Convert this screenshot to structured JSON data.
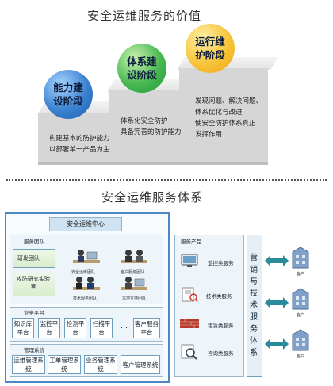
{
  "top": {
    "title": "安全运维服务的价值",
    "stages": [
      {
        "label_1": "能力建",
        "label_2": "设阶段",
        "color": "#1b5fb0",
        "desc_1": "构建基本的防护能力",
        "desc_2": "以部署单一产品为主"
      },
      {
        "label_1": "体系建",
        "label_2": "设阶段",
        "color": "#1f9a3c",
        "desc_1": "体系化安全防护",
        "desc_2": "具备完善的防护能力"
      },
      {
        "label_1": "运行维",
        "label_2": "护阶段",
        "color": "#f2a516",
        "desc_1": "发现问题、解决问题、",
        "desc_2": "体系优化与改进",
        "desc_3": "使安全防护体系真正",
        "desc_4": "发挥作用"
      }
    ]
  },
  "bottom": {
    "title": "安全运维服务体系",
    "center": {
      "title": "安全运维中心"
    },
    "service_team": {
      "header": "服务团队",
      "units": [
        "研发团队",
        "攻防研究实验室"
      ],
      "roles": [
        "安全运维团队",
        "客户服务团队",
        "技术服务团队",
        "本地支持团队"
      ]
    },
    "business_platform": {
      "header": "业务平台",
      "items": [
        "知识库平台",
        "监控平台",
        "检测平台",
        "扫描平台",
        "…",
        "客户服务平台"
      ]
    },
    "management_system": {
      "header": "管理系统",
      "items": [
        "运维管理系统",
        "工单管理系统",
        "业务管理系统",
        "客户管理系统"
      ]
    },
    "service_products": {
      "header": "服务产品",
      "items": [
        "监控类服务",
        "技术类服务",
        "租赁类服务",
        "咨询类服务"
      ]
    },
    "channel": {
      "label": "营销与技术服务体系"
    },
    "client_label": "客户"
  },
  "colors": {
    "frame_blue": "#4f86c6",
    "arrow_teal": "#2a8c9a",
    "center_title_bg": "#cfe3f2"
  }
}
